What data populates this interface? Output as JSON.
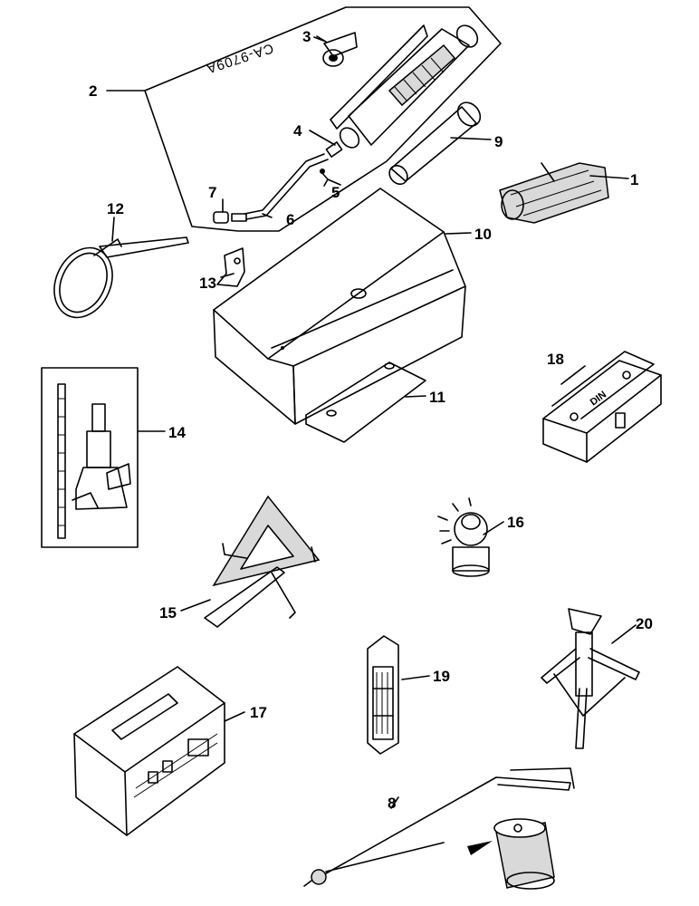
{
  "figure_code": "CA-9709A",
  "callouts": [
    "1",
    "2",
    "3",
    "4",
    "5",
    "6",
    "7",
    "8",
    "9",
    "10",
    "11",
    "12",
    "13",
    "14",
    "15",
    "16",
    "17",
    "18",
    "19",
    "20"
  ],
  "case_marking": "DIN",
  "colors": {
    "ink": "#000000",
    "paper": "#ffffff",
    "shading": "#d9d9d9"
  }
}
